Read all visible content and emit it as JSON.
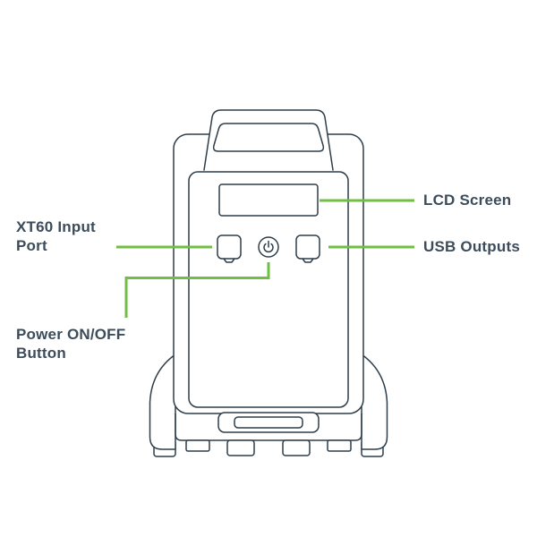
{
  "labels": [
    {
      "id": "lcd-screen",
      "text": "LCD Screen"
    },
    {
      "id": "usb-outputs",
      "text": "USB Outputs"
    },
    {
      "id": "xt60-input-port",
      "text": "XT60 Input Port"
    },
    {
      "id": "power-on-off-button",
      "text": "Power ON/OFF Button"
    }
  ],
  "colors": {
    "callout_green": "#70bf44",
    "outline": "#2f3e4a",
    "label_text": "#3d4c5a"
  }
}
